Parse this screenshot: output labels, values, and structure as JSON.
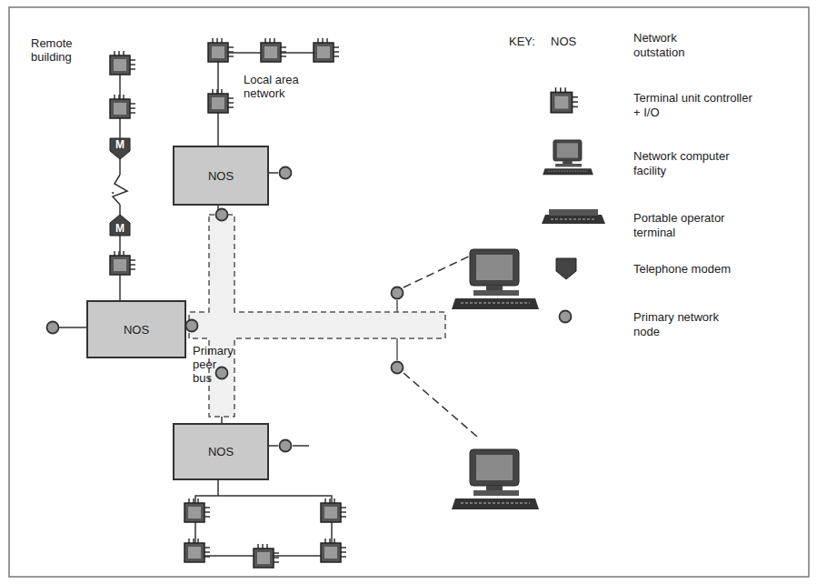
{
  "diagram": {
    "nodes": [
      {
        "text": [
          "NOS"
        ]
      },
      {
        "text": [
          "NOS"
        ]
      },
      {
        "text": [
          "NOS"
        ]
      }
    ],
    "labels": [
      "Remote building",
      "Local area network",
      "Primary peer bus",
      "KEY:",
      "NOS",
      "M",
      "M"
    ],
    "legend": [
      {
        "text": "Network outstation"
      },
      {
        "text": "Terminal unit controller + I/O"
      },
      {
        "text": "Network computer facility"
      },
      {
        "text": "Portable operator terminal"
      },
      {
        "text": "Telephone modem"
      },
      {
        "text": "Primary network node"
      }
    ]
  }
}
